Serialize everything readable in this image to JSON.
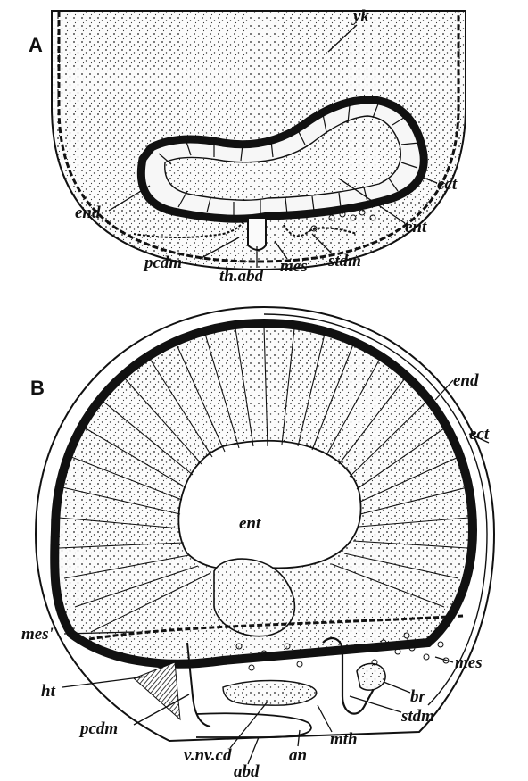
{
  "panel_a": {
    "label": "A",
    "labels": {
      "yk": "yk",
      "ect": "ect",
      "end": "end",
      "ent": "ent",
      "pcdm": "pcdm",
      "th_abd": "th.abd",
      "mes": "mes",
      "stdm": "stdm"
    }
  },
  "panel_b": {
    "label": "B",
    "labels": {
      "end": "end",
      "ect": "ect",
      "ent": "ent",
      "mes_prime": "mes'",
      "mes": "mes",
      "ht": "ht",
      "br": "br",
      "stdm": "stdm",
      "pcdm": "pcdm",
      "mth": "mth",
      "v_nv_cd": "v.nv.cd",
      "an": "an",
      "abd": "abd"
    }
  },
  "colors": {
    "ink": "#111111",
    "background": "#ffffff",
    "yolk_stipple": "#f3f3f3"
  }
}
